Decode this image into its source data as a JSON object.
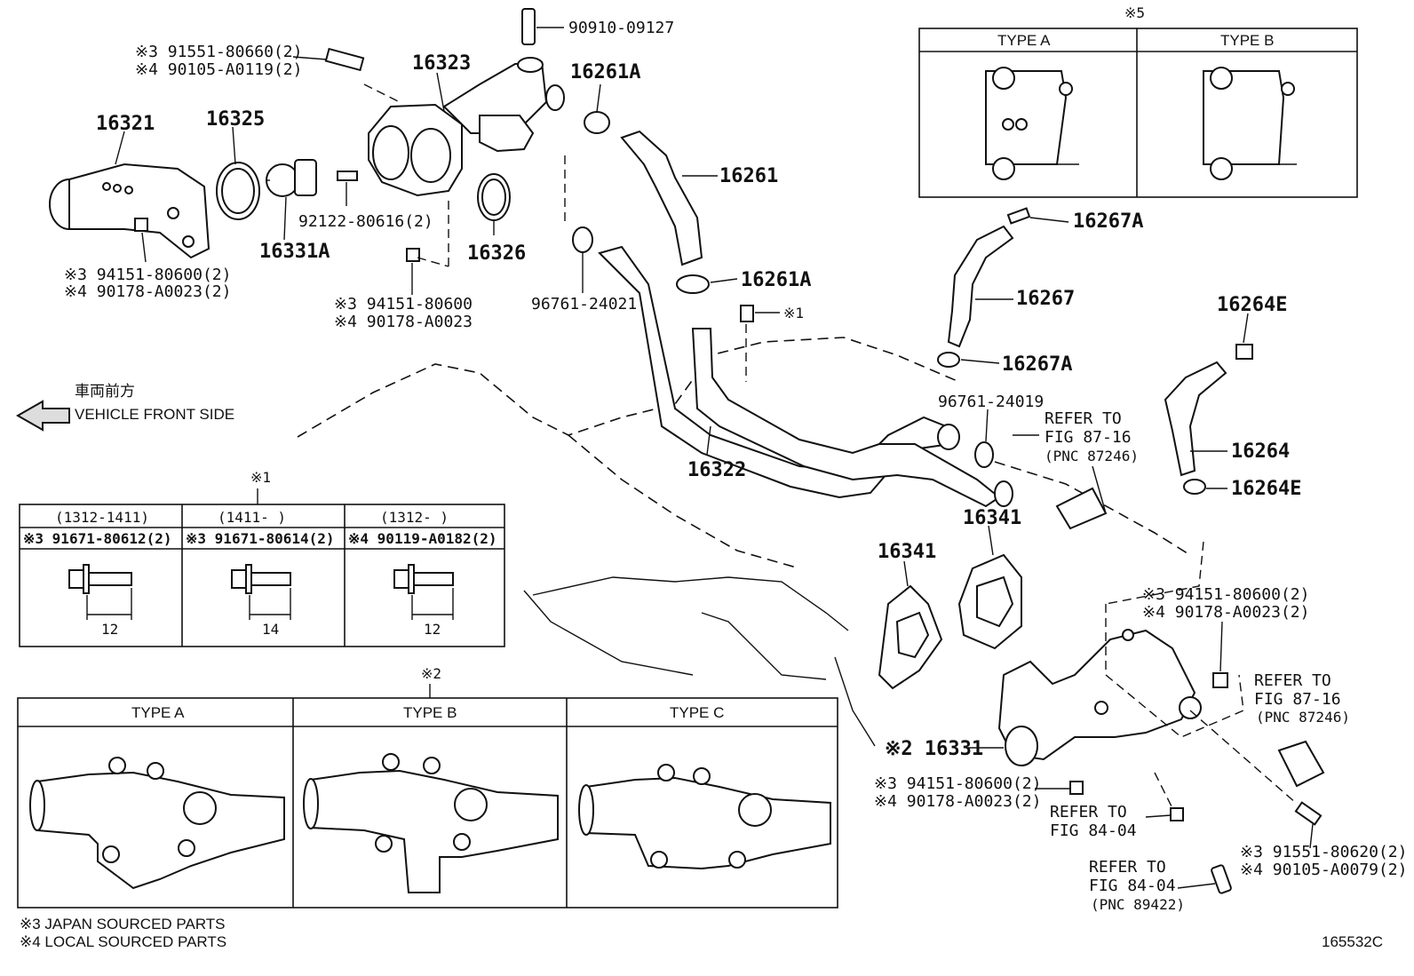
{
  "labels": {
    "p16321": "16321",
    "p16325": "16325",
    "p16323": "16323",
    "p16331A": "16331A",
    "p16326": "16326",
    "p92122": "92122-80616(2)",
    "bolt_top_3": "※3 91551-80660(2)",
    "bolt_top_4": "※4 90105-A0119(2)",
    "nut_left_3": "※3 94151-80600(2)",
    "nut_left_4": "※4 90178-A0023(2)",
    "nut_mid_3": "※3 94151-80600",
    "nut_mid_4": "※4 90178-A0023",
    "sensor_top": "90910-09127",
    "p16261A_top": "16261A",
    "p16261": "16261",
    "p16261A_mid": "16261A",
    "p96761_24021": "96761-24021",
    "bolt_star1": "※1",
    "p16322": "16322",
    "p16267A_top": "16267A",
    "p16267": "16267",
    "p16267A_bot": "16267A",
    "p96761_24019": "96761-24019",
    "refer_1_l1": "REFER TO",
    "refer_1_l2": "FIG 87-16",
    "refer_1_l3": "(PNC 87246)",
    "p16264E_top": "16264E",
    "p16264": "16264",
    "p16264E_bot": "16264E",
    "p16341_a": "16341",
    "p16341_b": "16341",
    "nut_right_3": "※3 94151-80600(2)",
    "nut_right_4": "※4 90178-A0023(2)",
    "refer_2_l1": "REFER TO",
    "refer_2_l2": "FIG 87-16",
    "refer_2_l3": "(PNC 87246)",
    "p16331": "※2 16331",
    "nut_bot_3": "※3 94151-80600(2)",
    "nut_bot_4": "※4 90178-A0023(2)",
    "refer_3_l1": "REFER TO",
    "refer_3_l2": "FIG 84-04",
    "bolt_bot_3": "※3 91551-80620(2)",
    "bolt_bot_4": "※4 90105-A0079(2)",
    "refer_4_l1": "REFER TO",
    "refer_4_l2": "FIG 84-04",
    "refer_4_l3": "(PNC 89422)",
    "front_jp": "車両前方",
    "front_en": "VEHICLE FRONT SIDE",
    "footnote_3": "※3 JAPAN SOURCED PARTS",
    "footnote_4": "※4 LOCAL SOURCED PARTS",
    "fig_code": "165532C"
  },
  "table1": {
    "mark": "※1",
    "cols": [
      {
        "range": "(1312-1411)",
        "part": "※3 91671-80612(2)",
        "dim": "12"
      },
      {
        "range": "(1411-    )",
        "part": "※3 91671-80614(2)",
        "dim": "14"
      },
      {
        "range": "(1312-    )",
        "part": "※4 90119-A0182(2)",
        "dim": "12"
      }
    ]
  },
  "table2": {
    "mark": "※2",
    "cols": [
      "TYPE A",
      "TYPE B",
      "TYPE C"
    ]
  },
  "table5": {
    "mark": "※5",
    "cols": [
      "TYPE A",
      "TYPE B"
    ]
  }
}
